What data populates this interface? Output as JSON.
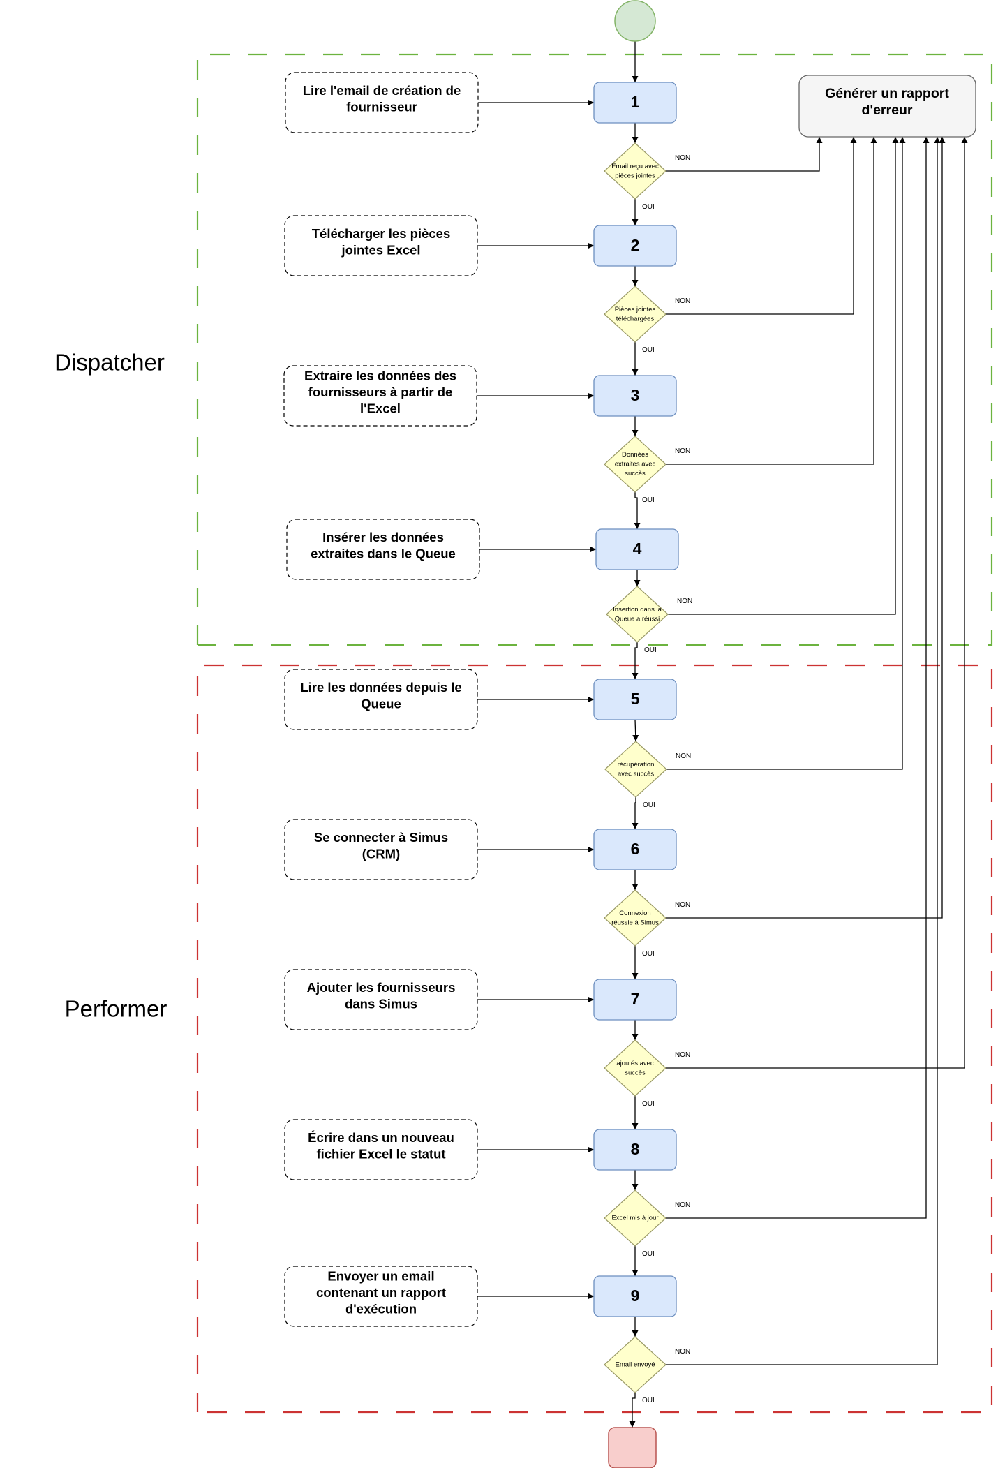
{
  "lanes": [
    {
      "label": "Dispatcher",
      "color": "#6cb33f"
    },
    {
      "label": "Performer",
      "color": "#cc3333"
    }
  ],
  "error_box": {
    "lines": [
      "Générer un rapport",
      "d'erreur"
    ]
  },
  "colors": {
    "step_fill": "#dae8fc",
    "step_stroke": "#6c8ebf",
    "decision_fill": "#ffffcc",
    "decision_stroke": "#999966",
    "start_fill": "#d5e8d4",
    "start_stroke": "#82b366",
    "end_fill": "#f8cecc",
    "end_stroke": "#b85450",
    "error_fill": "#f5f5f5",
    "error_stroke": "#666666"
  },
  "yes_label": "OUI",
  "no_label": "NON",
  "steps": [
    {
      "number": "1",
      "task_lines": [
        "Lire l'email de création de",
        "fournisseur"
      ],
      "decision_lines": [
        "Email reçu avec",
        "pièces jointes"
      ]
    },
    {
      "number": "2",
      "task_lines": [
        "Télécharger les pièces",
        "jointes Excel"
      ],
      "decision_lines": [
        "Pièces jointes",
        "téléchargées"
      ]
    },
    {
      "number": "3",
      "task_lines": [
        "Extraire les données des",
        "fournisseurs à partir de",
        "l'Excel"
      ],
      "decision_lines": [
        "Données",
        "extraites avec",
        "succès"
      ]
    },
    {
      "number": "4",
      "task_lines": [
        "Insérer les données",
        "extraites dans le Queue"
      ],
      "decision_lines": [
        "Insertion dans la",
        "Queue a réussi"
      ]
    },
    {
      "number": "5",
      "task_lines": [
        "Lire les données depuis le",
        "Queue"
      ],
      "decision_lines": [
        "récupération",
        "avec succès"
      ]
    },
    {
      "number": "6",
      "task_lines": [
        "Se connecter à Simus",
        "(CRM)"
      ],
      "decision_lines": [
        "Connexion",
        "réussie à Simus"
      ]
    },
    {
      "number": "7",
      "task_lines": [
        "Ajouter les fournisseurs",
        "dans Simus"
      ],
      "decision_lines": [
        "ajoutés avec",
        "succès"
      ]
    },
    {
      "number": "8",
      "task_lines": [
        "Écrire dans un nouveau",
        "fichier Excel le statut"
      ],
      "decision_lines": [
        "Excel mis à jour"
      ]
    },
    {
      "number": "9",
      "task_lines": [
        "Envoyer un email",
        "contenant un rapport",
        "d'exécution"
      ],
      "decision_lines": [
        "Email envoyé"
      ]
    }
  ]
}
